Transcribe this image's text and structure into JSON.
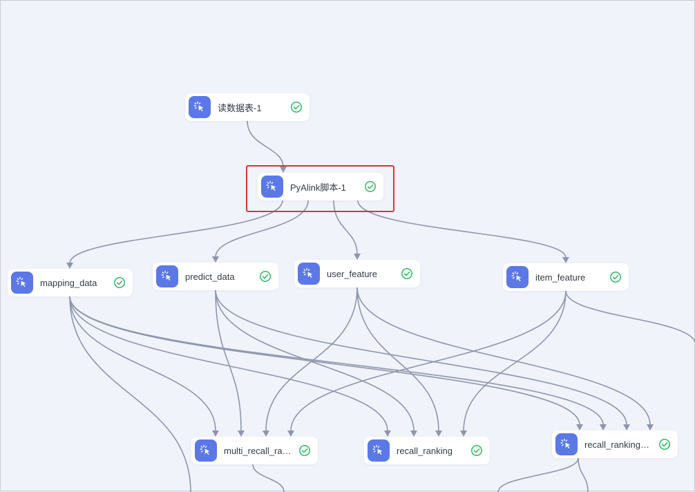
{
  "nodes": [
    {
      "id": "read_table",
      "label": "读数据表-1",
      "status": "success"
    },
    {
      "id": "pyalink",
      "label": "PyAlink脚本-1",
      "status": "success"
    },
    {
      "id": "mapping_data",
      "label": "mapping_data",
      "status": "success"
    },
    {
      "id": "predict_data",
      "label": "predict_data",
      "status": "success"
    },
    {
      "id": "user_feature",
      "label": "user_feature",
      "status": "success"
    },
    {
      "id": "item_feature",
      "label": "item_feature",
      "status": "success"
    },
    {
      "id": "multi_recall",
      "label": "multi_recall_ran...",
      "status": "success"
    },
    {
      "id": "recall_ranking",
      "label": "recall_ranking",
      "status": "success"
    },
    {
      "id": "recall_ranking_s",
      "label": "recall_ranking_s...",
      "status": "success"
    }
  ],
  "icons": {
    "node_icon": "cursor-click-icon",
    "status_icon": "success-check-icon"
  },
  "colors": {
    "node_icon_bg": "#5b78e6",
    "edge": "#8e95ad",
    "success": "#2fba63",
    "highlight": "#e03333",
    "canvas_bg": "#f0f3f9"
  }
}
